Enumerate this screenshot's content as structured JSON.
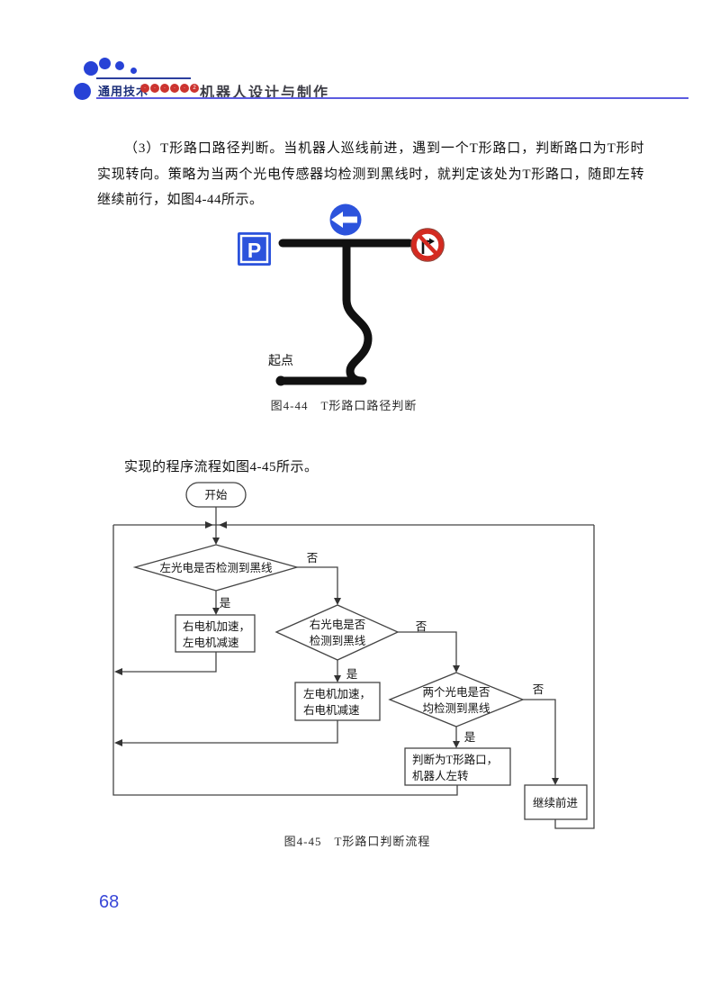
{
  "header": {
    "series": "通用技术",
    "badges": [
      "·",
      "·",
      "·",
      "·",
      "·",
      "2"
    ],
    "title": "机器人设计与制作"
  },
  "body": {
    "paragraph1": "（3）T形路口路径判断。当机器人巡线前进，遇到一个T形路口，判断路口为T形时实现转向。策略为当两个光电传感器均检测到黑线时，就判定该处为T形路口，随即左转继续前行，如图4-44所示。",
    "paragraph2": "实现的程序流程如图4-45所示。"
  },
  "figure44": {
    "parking_sign": "P",
    "origin_label": "起点",
    "caption": "图4-44　T形路口路径判断"
  },
  "flow": {
    "start": "开始",
    "d1": "左光电是否检测到黑线",
    "d2a": "右光电是否",
    "d2b": "检测到黑线",
    "d3a": "两个光电是否",
    "d3b": "均检测到黑线",
    "r1a": "右电机加速，",
    "r1b": "左电机减速",
    "r2a": "左电机加速，",
    "r2b": "右电机减速",
    "r3a": "判断为T形路口，",
    "r3b": "机器人左转",
    "r4": "继续前进",
    "yes": "是",
    "no": "否",
    "caption": "图4-45　T形路口判断流程"
  },
  "footer": {
    "page_number": "68"
  },
  "colors": {
    "accent_blue": "#2742d6",
    "rule_violet": "#5b5be0",
    "badge_red": "#cc3430",
    "sign_blue": "#2c53dc",
    "sign_red": "#d42a20",
    "page_number_blue": "#3947d8"
  }
}
